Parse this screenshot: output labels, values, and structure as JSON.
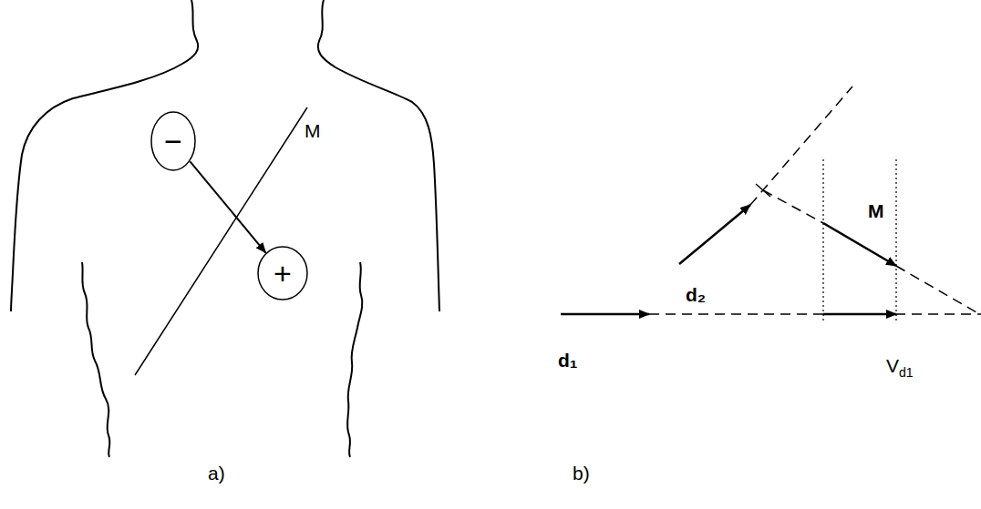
{
  "diagram": {
    "nodes": [
      {
        "text": [
          "−"
        ]
      },
      {
        "text": [
          "+"
        ]
      }
    ],
    "edges": [
      {
        "from": 0,
        "to": 1,
        "arrow": "to"
      }
    ],
    "labels": [
      "M",
      "a)",
      "d₂",
      "M",
      "d₁",
      "V",
      "d1",
      "b)"
    ]
  }
}
